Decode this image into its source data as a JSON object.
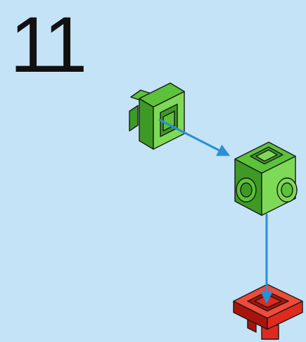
{
  "step": {
    "number": "11"
  },
  "colors": {
    "background": "#c5e3f6",
    "green_face_light": "#7ed957",
    "green_face_mid": "#5cc23a",
    "green_face_dark": "#3e9a24",
    "red_face_light": "#f24a3a",
    "red_face_mid": "#e02a1e",
    "red_face_dark": "#a8140c",
    "arrow": "#2a8fd6",
    "outline": "#1a1a1a"
  },
  "parts": [
    {
      "name": "green-bracket-piece",
      "color": "green"
    },
    {
      "name": "green-cube-connector",
      "color": "green"
    },
    {
      "name": "red-base-plate",
      "color": "red"
    }
  ],
  "arrows": [
    {
      "from": "green-bracket-piece",
      "to": "green-cube-connector"
    },
    {
      "from": "green-cube-connector",
      "to": "red-base-plate"
    }
  ]
}
